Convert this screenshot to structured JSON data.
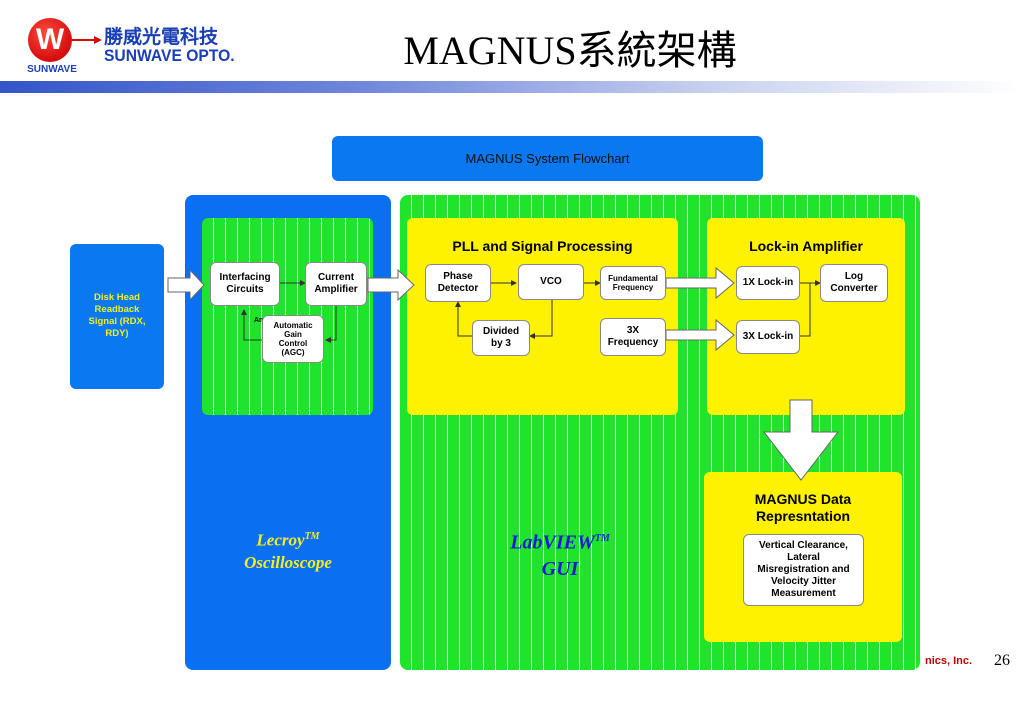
{
  "header": {
    "logo_letter": "W",
    "logo_sub": "SUNWAVE",
    "company_cn": "勝威光電科技",
    "company_en": "SUNWAVE OPTO.",
    "title": "MAGNUS系統架構",
    "accent_color": "#1a3fb5",
    "logo_color": "#d40d0d"
  },
  "diagram": {
    "flowchart_title": "MAGNUS System Flowchart",
    "input": "Disk Head\nReadback\nSignal (RDX,\nRDY)",
    "oscilloscope": {
      "label": "Lecroy",
      "tm": "TM",
      "sub": "Oscilloscope",
      "nodes": {
        "interfacing": "Interfacing\nCircuits",
        "current_amp": "Current\nAmplifier",
        "agc": "Automatic\nGain\nControl\n(AGC)",
        "partial": "Am"
      }
    },
    "gui": {
      "label": "LabVIEW",
      "tm": "TM",
      "sub": "GUI"
    },
    "pll": {
      "title": "PLL and Signal Processing",
      "phase_detector": "Phase\nDetector",
      "vco": "VCO",
      "fundamental": "Fundamental\nFrequency",
      "divided": "Divided\nby 3",
      "three_x": "3X\nFrequency"
    },
    "lockin": {
      "title": "Lock-in Amplifier",
      "one_x": "1X Lock-in",
      "three_x": "3X Lock-in",
      "log": "Log\nConverter"
    },
    "data_rep": {
      "title": "MAGNUS Data\nRepresntation",
      "measurement": "Vertical Clearance,\nLateral\nMisregistration and\nVelocity Jitter\nMeasurement"
    },
    "colors": {
      "blue_panel": "#0a6ff0",
      "green_panel": "#1ee52b",
      "yellow_panel": "#fff200",
      "label_yellow": "#f2f020",
      "label_blue": "#1a1ad6"
    }
  },
  "footer": {
    "company_partial": "nics, Inc.",
    "page_number": "26"
  }
}
